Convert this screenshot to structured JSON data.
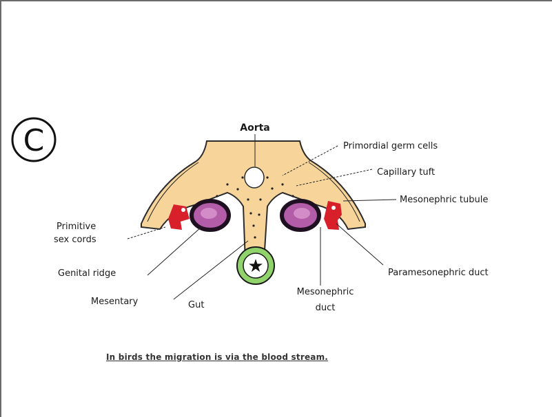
{
  "panel_letter": "C",
  "labels": {
    "aorta": "Aorta",
    "primordial_germ_cells": "Primordial germ cells",
    "capillary_tuft": "Capillary  tuft",
    "mesonephric_tubule": "Mesonephric  tubule",
    "primitive_sex_cords_1": "Primitive",
    "primitive_sex_cords_2": "sex cords",
    "genital_ridge": "Genital ridge",
    "mesentary": "Mesentary",
    "gut": "Gut",
    "mesonephric_duct_1": "Mesonephric",
    "mesonephric_duct_2": "duct",
    "paramesonephric_duct": "Paramesonephric  duct"
  },
  "caption": "In birds the migration is via the blood stream.",
  "colors": {
    "body_wall": "#f7d59a",
    "tubule_red": "#d8202a",
    "gonad_purple": "#b35ca8",
    "gonad_dark": "#1e1020",
    "gut_ring": "#8fd36a",
    "aorta": "#ffffff"
  }
}
